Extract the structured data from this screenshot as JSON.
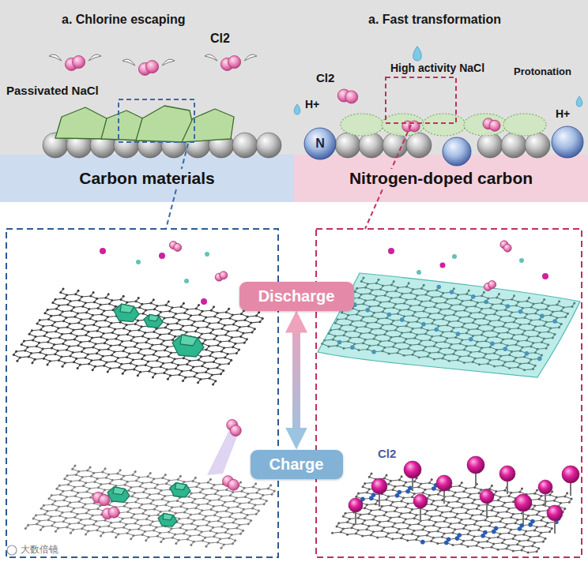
{
  "diagram": {
    "nodes": [
      {
        "text": [
          "Carbon materials"
        ]
      },
      {
        "text": [
          "Nitrogen-doped carbon"
        ]
      },
      {
        "text": [
          "Discharge"
        ]
      },
      {
        "text": [
          "Charge"
        ]
      }
    ],
    "edges": [
      {
        "from": 2,
        "to": 3,
        "arrow": "both"
      }
    ],
    "labels": [
      "a. Chlorine escaping",
      "Cl2",
      "Passivated NaCl",
      "a. Fast transformation",
      "High activity NaCl",
      "Cl2",
      "H+",
      "Protonation",
      "H+",
      "N",
      "Cl2",
      "大数倍镜"
    ]
  }
}
